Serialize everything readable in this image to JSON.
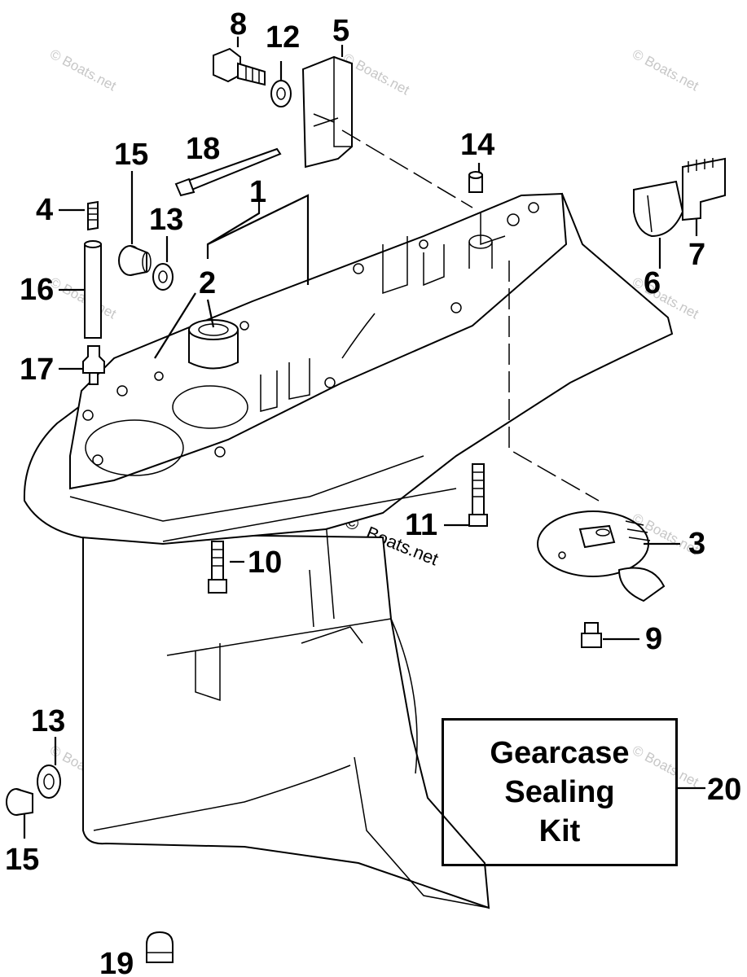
{
  "diagram": {
    "callouts": [
      "1",
      "2",
      "3",
      "4",
      "5",
      "6",
      "7",
      "8",
      "9",
      "10",
      "11",
      "12",
      "13",
      "13",
      "14",
      "15",
      "15",
      "16",
      "17",
      "18",
      "19",
      "20"
    ],
    "kit_box": {
      "line1": "Gearcase",
      "line2": "Sealing",
      "line3": "Kit"
    },
    "watermark_small": "© Boats.net",
    "watermark_center_symbol": "©",
    "watermark_center_text": "Boats.net"
  }
}
